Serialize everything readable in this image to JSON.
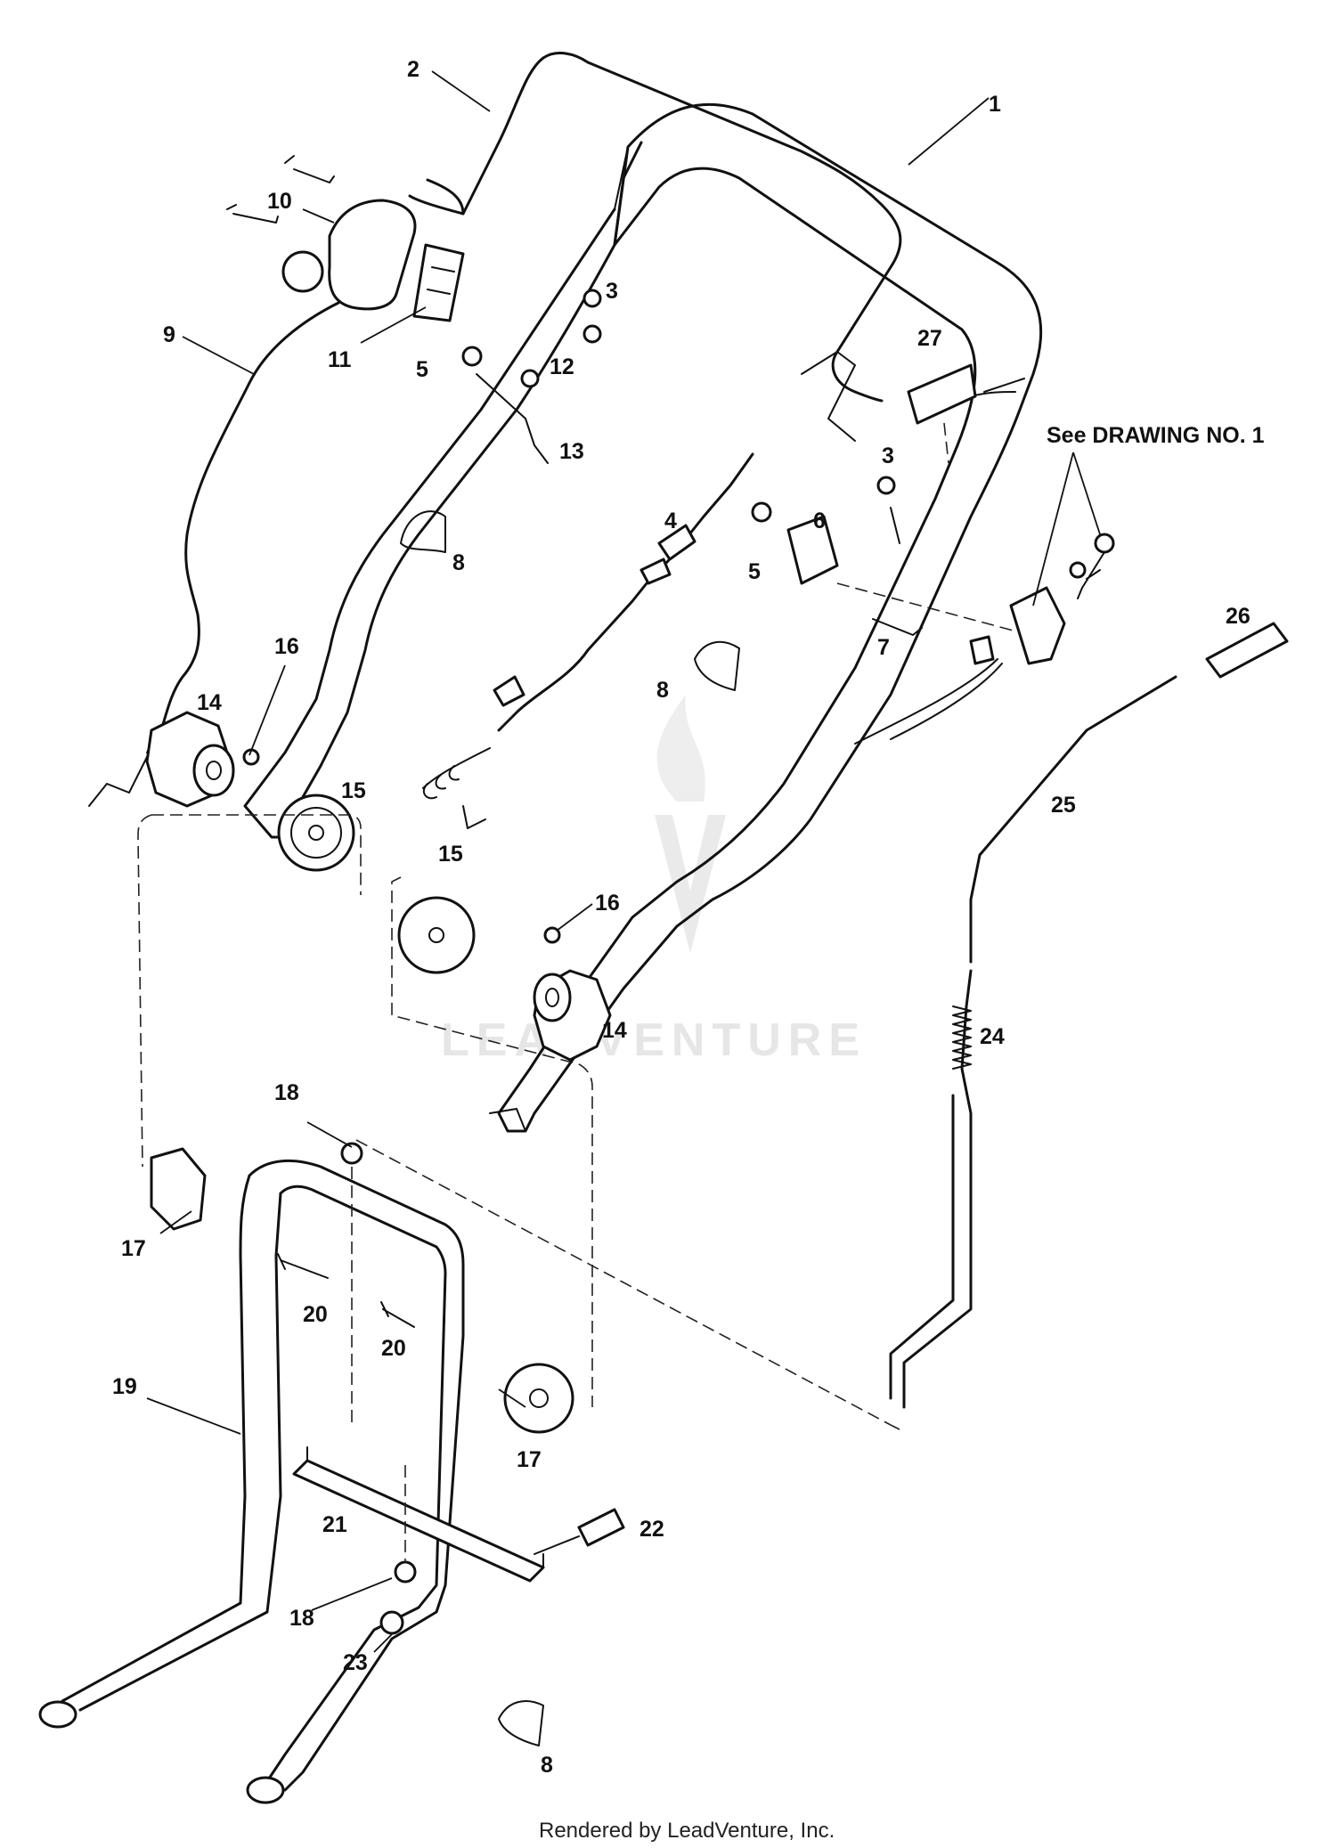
{
  "callouts": {
    "c1": "1",
    "c2": "2",
    "c3a": "3",
    "c3b": "3",
    "c4": "4",
    "c5a": "5",
    "c5b": "5",
    "c6": "6",
    "c7": "7",
    "c8a": "8",
    "c8b": "8",
    "c8c": "8",
    "c9": "9",
    "c10": "10",
    "c11": "11",
    "c12": "12",
    "c13": "13",
    "c14a": "14",
    "c14b": "14",
    "c15a": "15",
    "c15b": "15",
    "c16a": "16",
    "c16b": "16",
    "c17a": "17",
    "c17b": "17",
    "c18a": "18",
    "c18b": "18",
    "c19": "19",
    "c20a": "20",
    "c20b": "20",
    "c21": "21",
    "c22": "22",
    "c23": "23",
    "c24": "24",
    "c25": "25",
    "c26": "26",
    "c27": "27"
  },
  "note": "See DRAWING NO. 1",
  "watermark": "LEADVENTURE",
  "footer": "Rendered by LeadVenture, Inc."
}
